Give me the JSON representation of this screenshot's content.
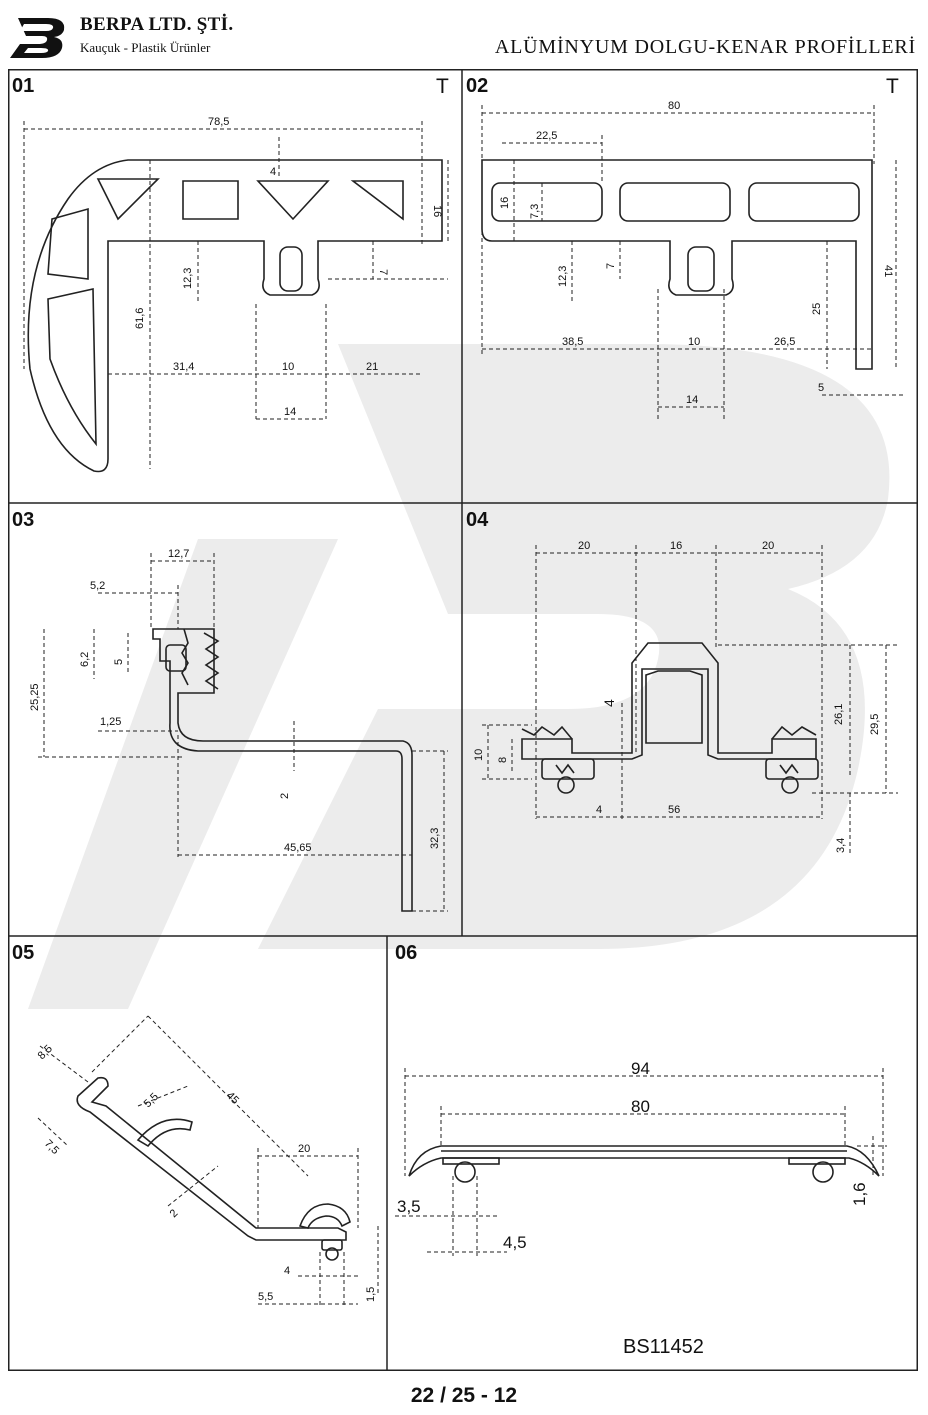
{
  "header": {
    "company_name": "BERPA LTD. ŞTİ.",
    "company_subtitle": "Kauçuk - Plastik Ürünler",
    "catalog_title": "ALÜMİNYUM DOLGU-KENAR PROFİLLERİ",
    "logo_icon": "bp-logo-icon"
  },
  "profiles": [
    {
      "number": "01",
      "mark": "T",
      "dimensions": [
        "78,5",
        "4",
        "16",
        "12,3",
        "7",
        "61,6",
        "31,4",
        "10",
        "21",
        "14"
      ]
    },
    {
      "number": "02",
      "mark": "T",
      "dimensions": [
        "80",
        "22,5",
        "16",
        "7,3",
        "12,3",
        "7",
        "41",
        "25",
        "38,5",
        "10",
        "26,5",
        "14",
        "5"
      ]
    },
    {
      "number": "03",
      "mark": "",
      "dimensions": [
        "12,7",
        "5,2",
        "6,2",
        "5",
        "25,25",
        "1,25",
        "2",
        "32,3",
        "45,65"
      ]
    },
    {
      "number": "04",
      "mark": "",
      "dimensions": [
        "20",
        "16",
        "20",
        "4",
        "26,1",
        "29,5",
        "10",
        "8",
        "4",
        "56",
        "3,4"
      ]
    },
    {
      "number": "05",
      "mark": "",
      "dimensions": [
        "8,5",
        "45",
        "5,5",
        "7,5",
        "20",
        "2",
        "4",
        "5,5",
        "1,5"
      ]
    },
    {
      "number": "06",
      "mark": "",
      "code": "BS11452",
      "dimensions": [
        "94",
        "80",
        "3,5",
        "4,5",
        "1,6"
      ]
    }
  ],
  "footer": {
    "page_number": "22 / 25 - 12"
  }
}
